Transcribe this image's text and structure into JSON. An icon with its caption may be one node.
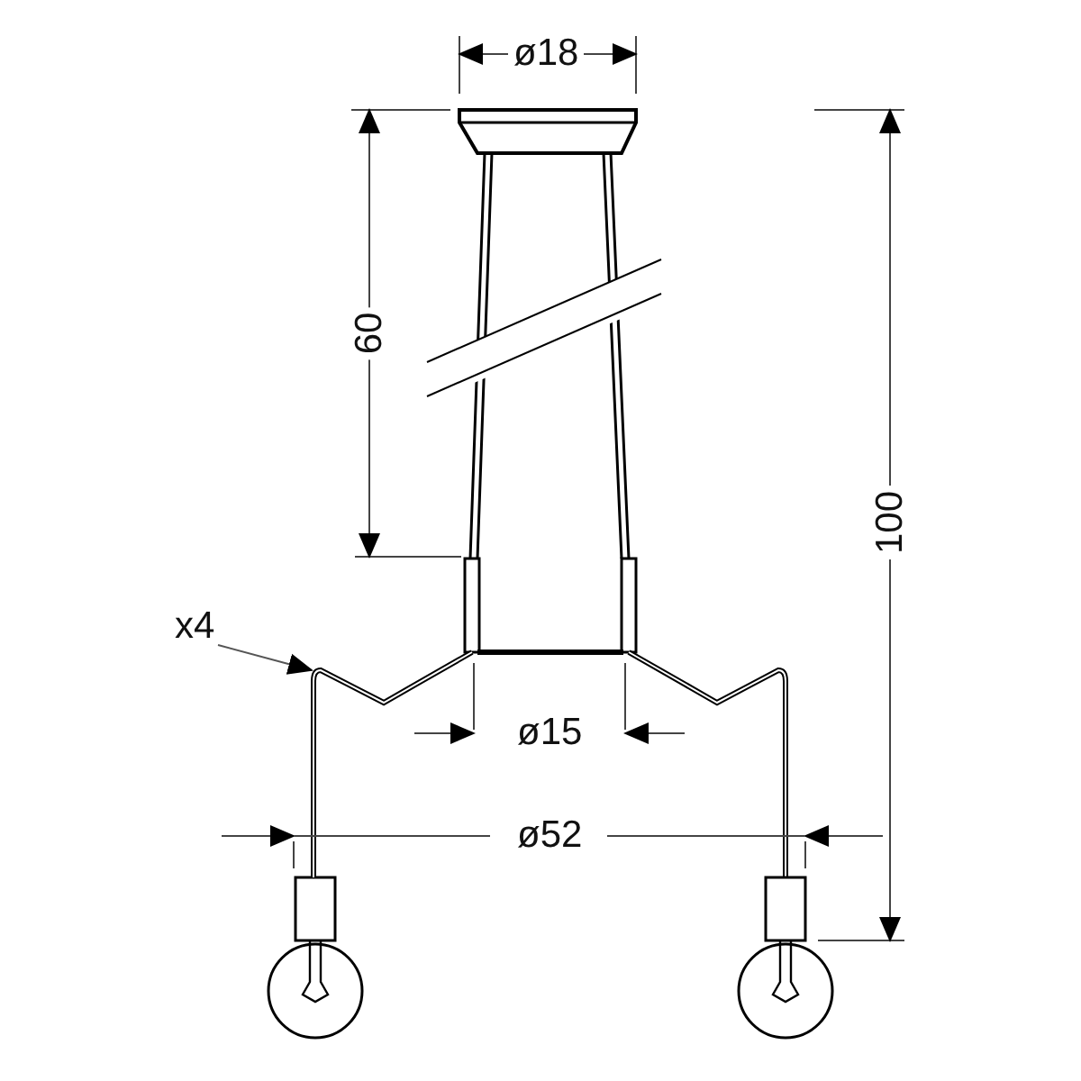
{
  "diagram": {
    "nodes": [
      {
        "text": [
          "x4"
        ]
      },
      {
        "text": [],
        "shape": "picture"
      }
    ],
    "edges": [
      {
        "from": 0,
        "to": 1,
        "arrow": "to"
      }
    ],
    "labels": [
      "ø18",
      "60",
      "100",
      "ø15",
      "ø52"
    ]
  }
}
